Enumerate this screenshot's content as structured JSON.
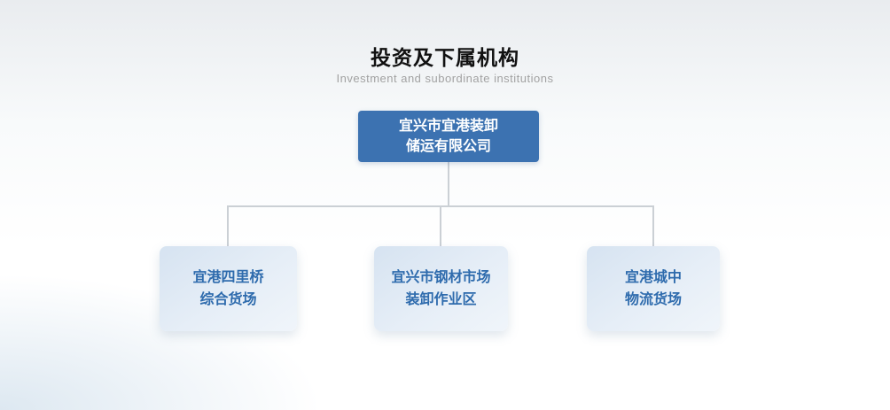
{
  "page": {
    "title": "投资及下属机构",
    "subtitle": "Investment and subordinate institutions"
  },
  "org_chart": {
    "root": {
      "line1": "宜兴市宜港装卸",
      "line2": "储运有限公司"
    },
    "children": [
      {
        "line1": "宜港四里桥",
        "line2": "综合货场"
      },
      {
        "line1": "宜兴市钢材市场",
        "line2": "装卸作业区"
      },
      {
        "line1": "宜港城中",
        "line2": "物流货场"
      }
    ]
  },
  "colors": {
    "root_box_bg": "#3c72b1",
    "root_box_text": "#ffffff",
    "child_box_bg": "#dce8f4",
    "child_box_text": "#2e6bad",
    "connector": "#cbd0d5",
    "title_text": "#111111",
    "subtitle_text": "#a2a2a2"
  }
}
